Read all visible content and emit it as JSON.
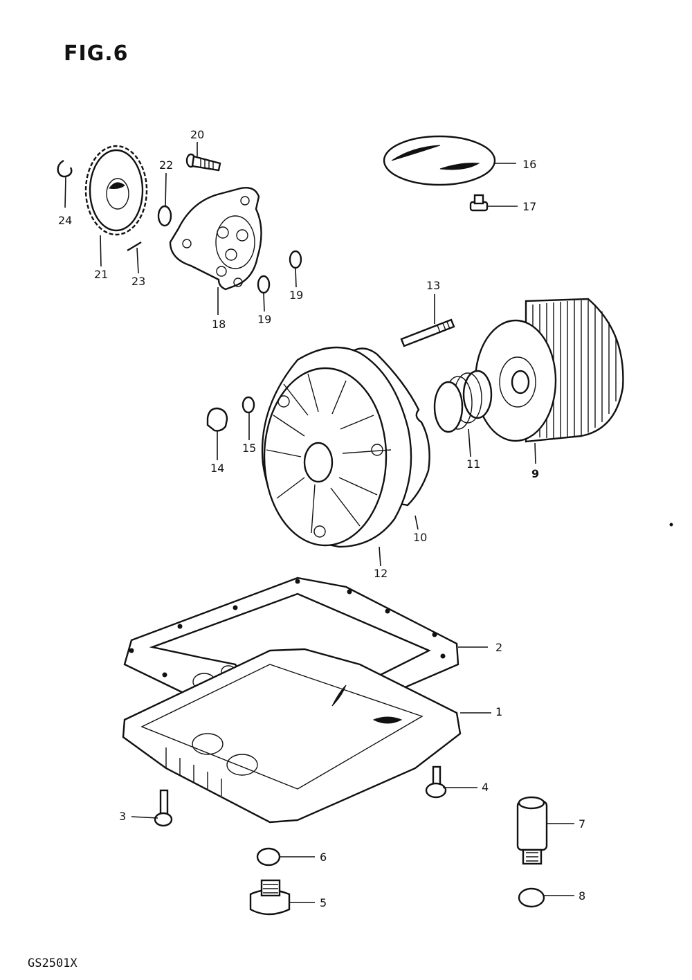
{
  "figure": {
    "title": "FIG.6",
    "model_code": "GS2501X"
  },
  "callouts": [
    "1",
    "2",
    "3",
    "4",
    "5",
    "6",
    "7",
    "8",
    "9",
    "10",
    "11",
    "12",
    "13",
    "14",
    "15",
    "16",
    "17",
    "18",
    "19",
    "19",
    "20",
    "21",
    "22",
    "23",
    "24"
  ],
  "colors": {
    "ink": "#111111",
    "paper": "#ffffff"
  }
}
